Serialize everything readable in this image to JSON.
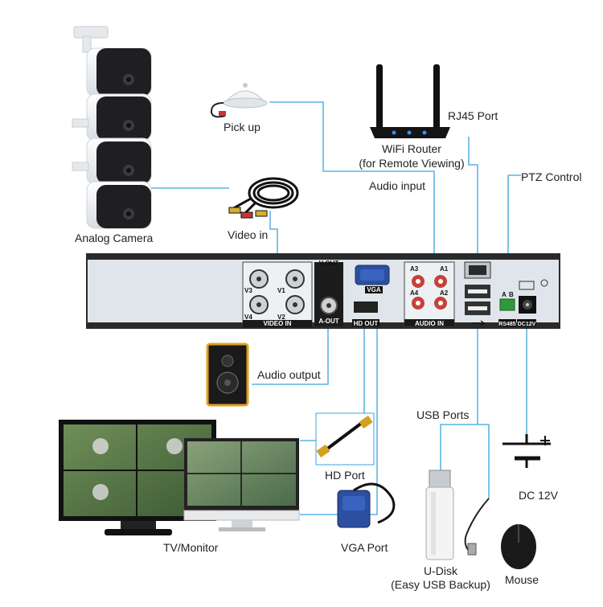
{
  "labels": {
    "analog_camera": "Analog Camera",
    "pick_up": "Pick up",
    "video_in": "Video in",
    "wifi_router_line1": "WiFi Router",
    "wifi_router_line2": "(for Remote Viewing)",
    "rj45_port": "RJ45 Port",
    "audio_input": "Audio input",
    "ptz_control": "PTZ Control",
    "audio_output": "Audio output",
    "usb_ports": "USB Ports",
    "hd_port": "HD Port",
    "vga_port": "VGA Port",
    "tv_monitor": "TV/Monitor",
    "dc_12v": "DC 12V",
    "u_disk_line1": "U-Disk",
    "u_disk_line2": "(Easy USB Backup)",
    "mouse": "Mouse"
  },
  "panel": {
    "v_out": "V-OUT",
    "a_out": "A-OUT",
    "vga": "VGA",
    "hd_out": "HD OUT",
    "video_in": "VIDEO IN",
    "audio_in": "AUDIO IN",
    "v1": "V1",
    "v2": "V2",
    "v3": "V3",
    "v4": "V4",
    "a1": "A1",
    "a2": "A2",
    "a3": "A3",
    "a4": "A4",
    "rs485": "RS485",
    "dc12v": "DC12V",
    "ab_a": "A",
    "ab_b": "B"
  },
  "colors": {
    "connector_line": "#3aa3dc",
    "dvr_body": "#dfe5eb",
    "dvr_frame": "#2a2a2a",
    "speaker_accent": "#e0a020",
    "router_led": "#3a8cff"
  }
}
